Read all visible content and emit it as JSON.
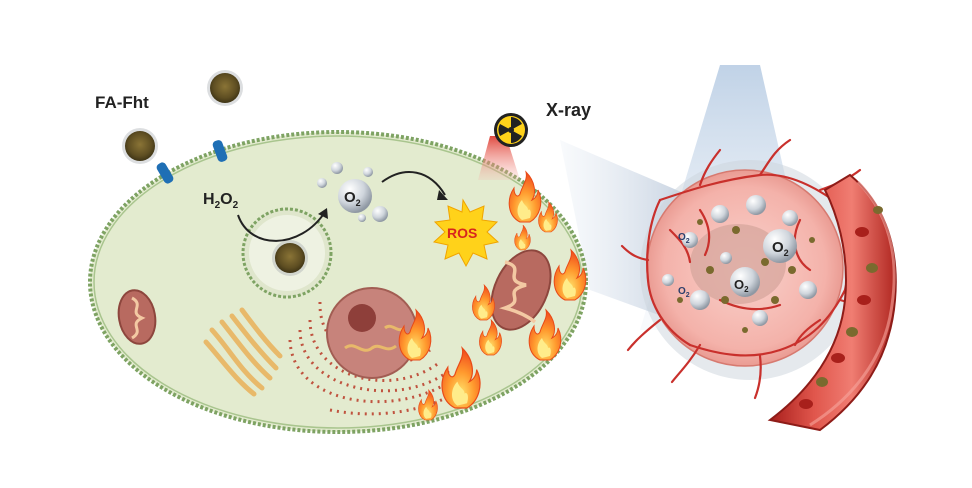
{
  "labels": {
    "fa_fht": "FA-Fht",
    "xray": "X-ray",
    "h2o2_main": "H",
    "h2o2_sub1": "2",
    "h2o2_o": "O",
    "h2o2_sub2": "2",
    "o2_main": "O",
    "o2_sub": "2",
    "ros": "ROS",
    "tumor_o2_a_main": "O",
    "tumor_o2_a_sub": "2",
    "tumor_o2_b_main": "O",
    "tumor_o2_b_sub": "2",
    "tumor_o2_c_main": "O",
    "tumor_o2_c_sub": "2",
    "tumor_o2_d_main": "O",
    "tumor_o2_d_sub": "2"
  },
  "colors": {
    "cell_fill": "#e3ebcf",
    "cell_border": "#7ea363",
    "tumor": "#f6b9b2",
    "vessel": "#c9302c",
    "ros_burst": "#ffd21a",
    "ros_text": "#d7261e",
    "nanoparticle": "#6b5a2c",
    "receptor": "#1f6fb5"
  },
  "icons": [
    "radiation-icon",
    "flame-icon",
    "nanoparticle-icon",
    "mitochondria-icon"
  ]
}
